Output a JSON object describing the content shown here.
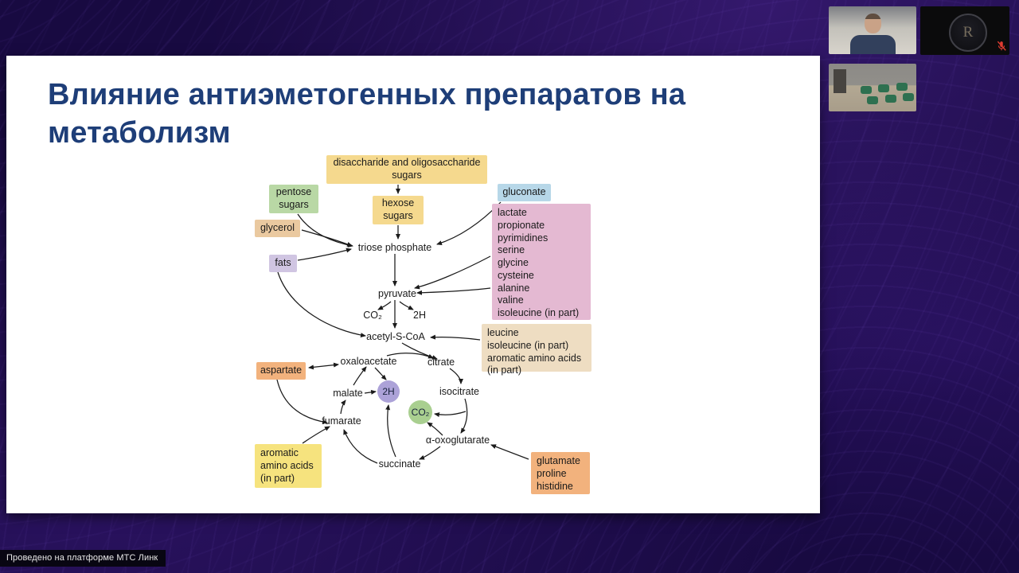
{
  "watermark": "Проведено на платформе МТС Линк",
  "slide": {
    "title": "Влияние антиэметогенных препаратов на метаболизм"
  },
  "diagram": {
    "boxes": {
      "disaccharide": "disaccharide and oligosaccharide\nsugars",
      "pentose": "pentose\nsugars",
      "hexose": "hexose\nsugars",
      "glycerol": "glycerol",
      "gluconate": "gluconate",
      "pink_group": "lactate\npropionate\npyrimidines\nserine\nglycine\ncysteine\nalanine\nvaline\nisoleucine (in part)",
      "fats": "fats",
      "leucine_group": "leucine\nisoleucine (in part)\naromatic amino acids\n(in part)",
      "aspartate": "aspartate",
      "aromatic_group": "aromatic\namino acids\n(in part)",
      "glutamate_group": "glutamate\nproline\nhistidine"
    },
    "labels": {
      "triose": "triose phosphate",
      "pyruvate": "pyruvate",
      "co2_top": "CO₂",
      "h2_top": "2H",
      "acetyl": "acetyl-S-CoA",
      "oxaloacetate": "oxaloacetate",
      "citrate": "citrate",
      "malate": "malate",
      "isocitrate": "isocitrate",
      "fumarate": "fumarate",
      "oxoglutarate": "α-oxoglutarate",
      "succinate": "succinate",
      "h2_circle": "2H",
      "co2_circle": "CO₂"
    },
    "palette": {
      "title_blue": "#1e3e78",
      "box_yellow": "#f5d98e",
      "box_green": "#b9d8a5",
      "box_tan": "#eac9a0",
      "box_blue": "#b7d7e8",
      "box_pink": "#e4b9d2",
      "box_lavender": "#d0c5e2",
      "box_cream": "#eeddc2",
      "box_orange": "#f2b27d",
      "box_bright_yellow": "#f6e37e",
      "circle_purple": "#aca2d8",
      "circle_green": "#a9cf90"
    }
  },
  "participants": {
    "logo_letter": "R",
    "icons": {
      "mic_muted_icon": "muted-microphone"
    },
    "status_red": "#e03c31"
  }
}
